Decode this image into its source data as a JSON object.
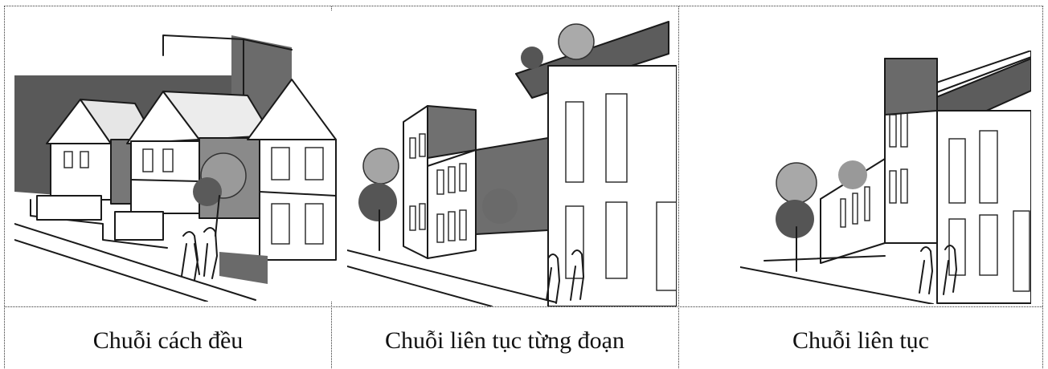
{
  "captions": {
    "col1": "Chuỗi cách đều",
    "col2": "Chuỗi liên tục từng đoạn",
    "col3": "Chuỗi liên tục"
  },
  "sketches": {
    "col1": "evenly-spaced-houses-sketch",
    "col2": "segmented-continuous-facade-sketch",
    "col3": "continuous-facade-sketch"
  }
}
